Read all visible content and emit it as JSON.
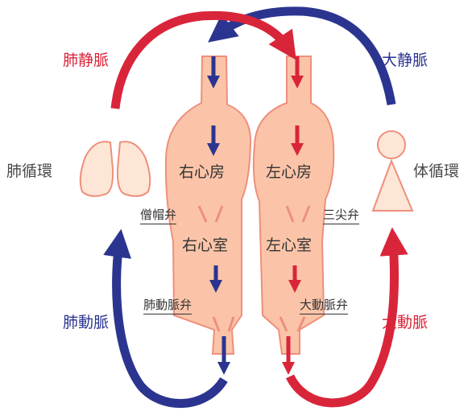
{
  "labels": {
    "pulmonary_vein": "肺静脈",
    "vena_cava": "大静脈",
    "pulmonary_circulation": "肺循環",
    "systemic_circulation": "体循環",
    "right_atrium": "右心房",
    "left_atrium": "左心房",
    "right_ventricle": "右心室",
    "left_ventricle": "左心室",
    "tricuspid_valve": "三尖弁",
    "mitral_valve": "僧帽弁",
    "pulmonary_valve": "肺動脈弁",
    "aortic_valve": "大動脈弁",
    "pulmonary_artery": "肺動脈",
    "aorta": "大動脈"
  },
  "colors": {
    "red": "#d9253a",
    "blue": "#2b3590",
    "heart_fill": "#fbc4a8",
    "heart_stroke": "#ee8f7c",
    "organ_fill": "#fde6d6",
    "text_gray": "#4a4a4a"
  },
  "icons": {
    "lungs": "lungs-icon",
    "body": "person-icon"
  }
}
